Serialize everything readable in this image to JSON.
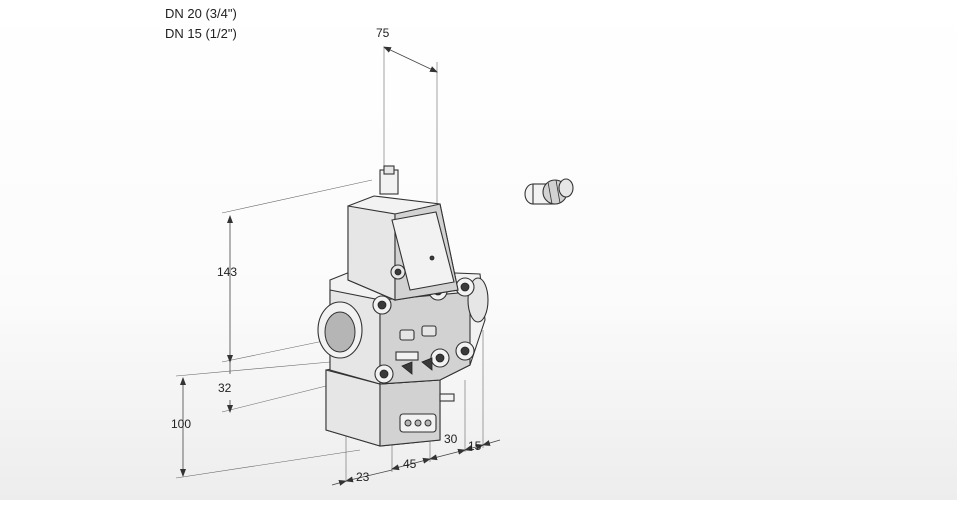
{
  "titles": {
    "line1": "DN 20 (3/4\")",
    "line2": "DN 15 (1/2\")"
  },
  "dimensions": {
    "d75": "75",
    "d143": "143",
    "d32": "32",
    "d100": "100",
    "d30": "30",
    "d15": "15",
    "d23": "23",
    "d45": "45"
  }
}
